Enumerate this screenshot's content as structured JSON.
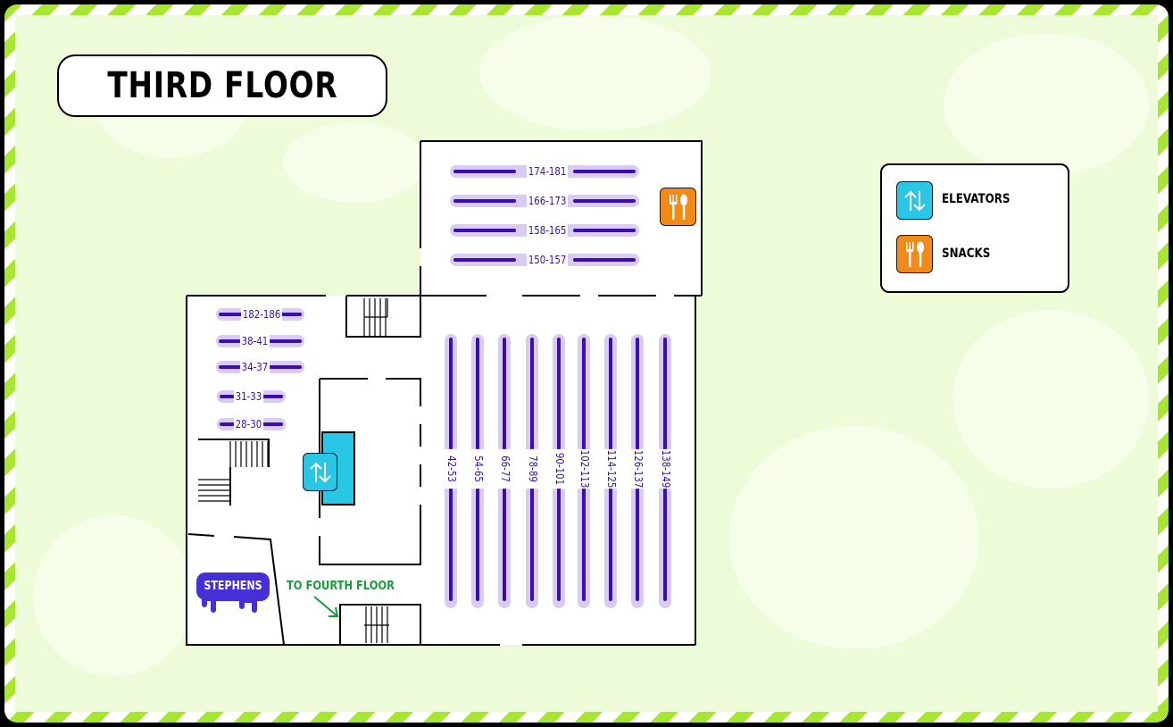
{
  "title": "THIRD FLOOR",
  "legend": {
    "items": [
      {
        "label": "ELEVATORS",
        "icon": "elevator-icon",
        "color": "#29c6e6"
      },
      {
        "label": "SNACKS",
        "icon": "fork-spoon-icon",
        "color": "#f28a1a"
      }
    ]
  },
  "rooms": {
    "stephens_label": "STEPHENS",
    "stephens_color": "#4530d8",
    "stairs_label": "TO FOURTH FLOOR",
    "stairs_color": "#1b9a3c"
  },
  "shelves": {
    "top_wing": [
      "174-181",
      "166-173",
      "158-165",
      "150-157"
    ],
    "left_wing": [
      "182-186",
      "38-41",
      "34-37",
      "31-33",
      "28-30"
    ],
    "main_hall": [
      "42-53",
      "54-65",
      "66-77",
      "78-89",
      "90-101",
      "102-113",
      "114-125",
      "126-137",
      "138-149"
    ]
  },
  "colors": {
    "shelf": "#3d0bb3",
    "shelf_bg": "#d9ccf2",
    "frame_stripe": "#a8e632"
  }
}
